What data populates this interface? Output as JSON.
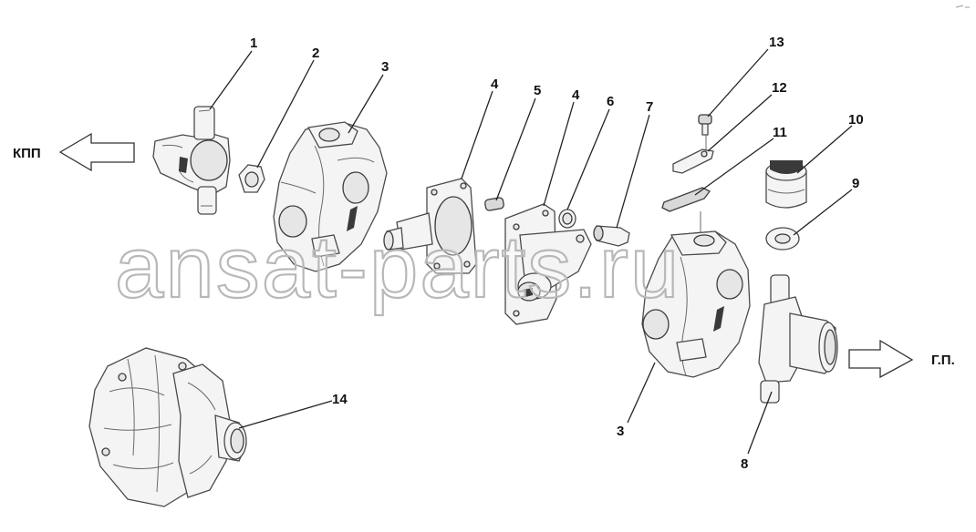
{
  "watermark": "ansat-parts.ru",
  "direction_left": "КПП",
  "direction_right": "Г.П.",
  "callouts": {
    "c1": "1",
    "c2": "2",
    "c3a": "3",
    "c3b": "3",
    "c4a": "4",
    "c4b": "4",
    "c5": "5",
    "c6": "6",
    "c7": "7",
    "c8": "8",
    "c9": "9",
    "c10": "10",
    "c11": "11",
    "c12": "12",
    "c13": "13",
    "c14": "14"
  },
  "colors": {
    "line": "#222222",
    "part_fill": "#f4f4f4",
    "watermark_stroke": "#b8b8b8"
  }
}
